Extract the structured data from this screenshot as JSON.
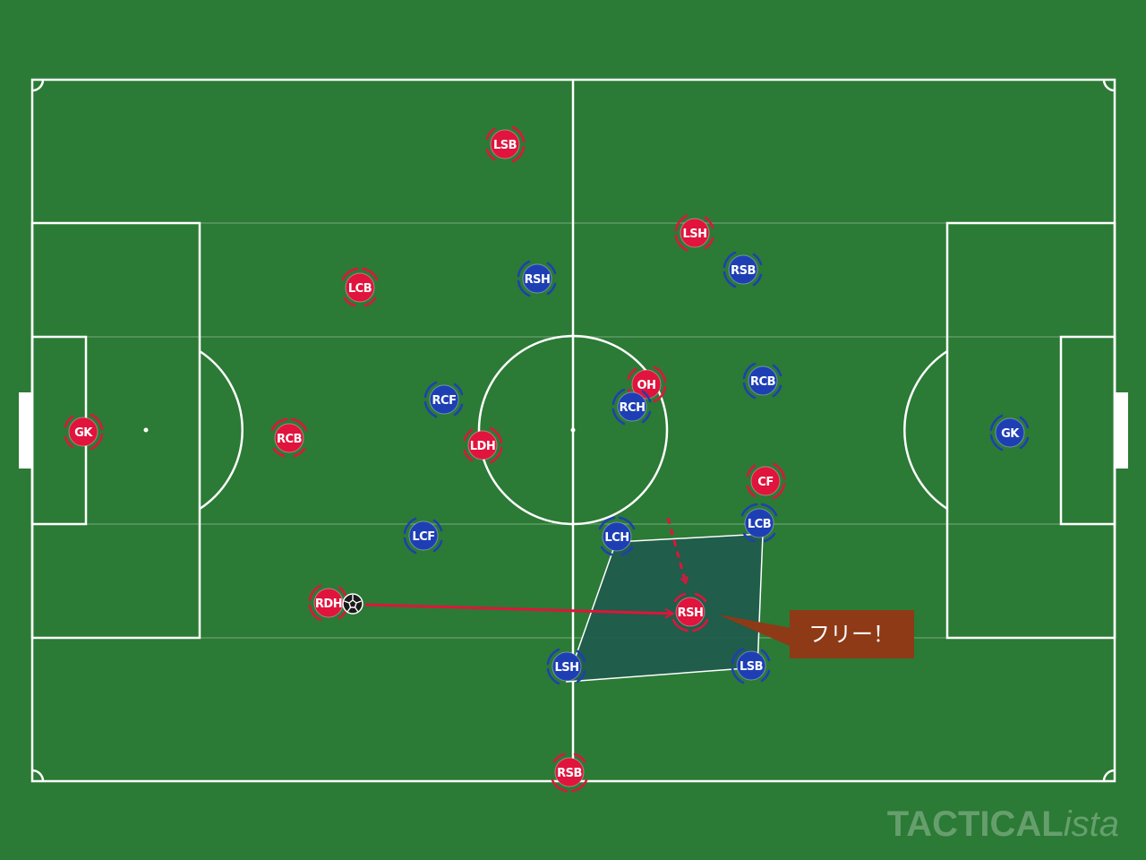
{
  "colors": {
    "pitch": "#2b7a35",
    "lines": "#ffffff",
    "team_red": "#e0143c",
    "team_blue": "#1e3fb4",
    "zone_fill": "#1f5a4c",
    "pass_arrow": "#e0143c",
    "callout_bg": "#8e3a17"
  },
  "players": [
    {
      "id": "red-gk",
      "team": "red",
      "label": "GK",
      "facing": "right",
      "has_ball": false
    },
    {
      "id": "red-lsb",
      "team": "red",
      "label": "LSB",
      "facing": "right",
      "has_ball": false
    },
    {
      "id": "red-lcb",
      "team": "red",
      "label": "LCB",
      "facing": "up",
      "has_ball": false
    },
    {
      "id": "red-rcb",
      "team": "red",
      "label": "RCB",
      "facing": "up",
      "has_ball": false
    },
    {
      "id": "red-ldh",
      "team": "red",
      "label": "LDH",
      "facing": "right",
      "has_ball": false
    },
    {
      "id": "red-rdh",
      "team": "red",
      "label": "RDH",
      "facing": "left",
      "has_ball": true
    },
    {
      "id": "red-lsh",
      "team": "red",
      "label": "LSH",
      "facing": "left",
      "has_ball": false
    },
    {
      "id": "red-oh",
      "team": "red",
      "label": "OH",
      "facing": "right",
      "has_ball": false
    },
    {
      "id": "red-cf",
      "team": "red",
      "label": "CF",
      "facing": "right",
      "has_ball": false
    },
    {
      "id": "red-rsh",
      "team": "red",
      "label": "RSH",
      "facing": "down",
      "has_ball": false
    },
    {
      "id": "red-rsb",
      "team": "red",
      "label": "RSB",
      "facing": "down",
      "has_ball": false
    },
    {
      "id": "blue-rsh",
      "team": "blue",
      "label": "RSH",
      "facing": "left",
      "has_ball": false
    },
    {
      "id": "blue-rsb",
      "team": "blue",
      "label": "RSB",
      "facing": "left",
      "has_ball": false
    },
    {
      "id": "blue-rcf",
      "team": "blue",
      "label": "RCF",
      "facing": "left",
      "has_ball": false
    },
    {
      "id": "blue-rch",
      "team": "blue",
      "label": "RCH",
      "facing": "left",
      "has_ball": false
    },
    {
      "id": "blue-rcb",
      "team": "blue",
      "label": "RCB",
      "facing": "left",
      "has_ball": false
    },
    {
      "id": "blue-gk",
      "team": "blue",
      "label": "GK",
      "facing": "left",
      "has_ball": false
    },
    {
      "id": "blue-lcf",
      "team": "blue",
      "label": "LCF",
      "facing": "left",
      "has_ball": false
    },
    {
      "id": "blue-lch",
      "team": "blue",
      "label": "LCH",
      "facing": "up",
      "has_ball": false
    },
    {
      "id": "blue-lcb",
      "team": "blue",
      "label": "LCB",
      "facing": "up",
      "has_ball": false
    },
    {
      "id": "blue-lsh",
      "team": "blue",
      "label": "LSH",
      "facing": "left",
      "has_ball": false
    },
    {
      "id": "blue-lsb",
      "team": "blue",
      "label": "LSB",
      "facing": "left",
      "has_ball": false
    }
  ],
  "annotation": {
    "callout_text": "フリー！"
  },
  "watermark": {
    "brand_bold": "TACTICAL",
    "brand_italic": "ista"
  }
}
